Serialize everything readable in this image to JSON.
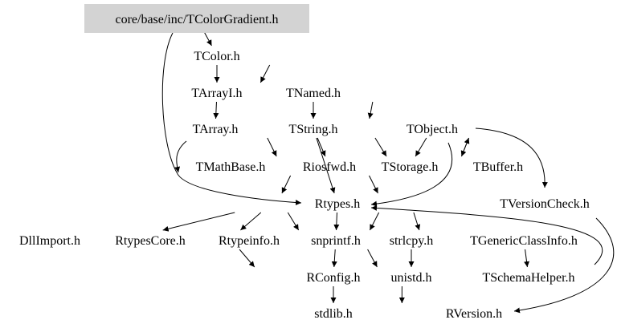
{
  "root": {
    "id": "root",
    "label": "core/base/inc/TColorGradient.h",
    "fill": "#d3d3d3"
  },
  "nodes": [
    {
      "id": "TColor",
      "label": "TColor.h"
    },
    {
      "id": "TArrayI",
      "label": "TArrayI.h"
    },
    {
      "id": "TNamed",
      "label": "TNamed.h"
    },
    {
      "id": "TArray",
      "label": "TArray.h"
    },
    {
      "id": "TString",
      "label": "TString.h"
    },
    {
      "id": "TObject",
      "label": "TObject.h"
    },
    {
      "id": "TMathBase",
      "label": "TMathBase.h"
    },
    {
      "id": "Riosfwd",
      "label": "Riosfwd.h"
    },
    {
      "id": "TStorage",
      "label": "TStorage.h"
    },
    {
      "id": "TBuffer",
      "label": "TBuffer.h"
    },
    {
      "id": "Rtypes",
      "label": "Rtypes.h"
    },
    {
      "id": "TVersionCheck",
      "label": "TVersionCheck.h"
    },
    {
      "id": "DllImport",
      "label": "DllImport.h"
    },
    {
      "id": "RtypesCore",
      "label": "RtypesCore.h"
    },
    {
      "id": "Rtypeinfo",
      "label": "Rtypeinfo.h"
    },
    {
      "id": "snprintf",
      "label": "snprintf.h"
    },
    {
      "id": "strlcpy",
      "label": "strlcpy.h"
    },
    {
      "id": "TGenericClassInfo",
      "label": "TGenericClassInfo.h"
    },
    {
      "id": "RConfig",
      "label": "RConfig.h"
    },
    {
      "id": "unistd",
      "label": "unistd.h"
    },
    {
      "id": "TSchemaHelper",
      "label": "TSchemaHelper.h"
    },
    {
      "id": "stdlib",
      "label": "stdlib.h"
    },
    {
      "id": "RVersion",
      "label": "RVersion.h"
    }
  ],
  "edges": [
    [
      "root",
      "TColor"
    ],
    [
      "root",
      "Rtypes"
    ],
    [
      "TColor",
      "TArrayI"
    ],
    [
      "TColor",
      "TNamed"
    ],
    [
      "TArrayI",
      "TArray"
    ],
    [
      "TNamed",
      "TString"
    ],
    [
      "TNamed",
      "TObject"
    ],
    [
      "TArray",
      "Rtypes"
    ],
    [
      "TString",
      "TMathBase"
    ],
    [
      "TString",
      "Riosfwd"
    ],
    [
      "TString",
      "Rtypes"
    ],
    [
      "TObject",
      "Riosfwd"
    ],
    [
      "TObject",
      "TStorage"
    ],
    [
      "TObject",
      "TBuffer"
    ],
    [
      "TObject",
      "Rtypes"
    ],
    [
      "TObject",
      "TVersionCheck"
    ],
    [
      "TMathBase",
      "Rtypes"
    ],
    [
      "TStorage",
      "Rtypes"
    ],
    [
      "TBuffer",
      "TObject"
    ],
    [
      "Rtypes",
      "DllImport"
    ],
    [
      "Rtypes",
      "RtypesCore"
    ],
    [
      "Rtypes",
      "Rtypeinfo"
    ],
    [
      "Rtypes",
      "snprintf"
    ],
    [
      "Rtypes",
      "strlcpy"
    ],
    [
      "Rtypes",
      "TGenericClassInfo"
    ],
    [
      "RtypesCore",
      "RConfig"
    ],
    [
      "snprintf",
      "RConfig"
    ],
    [
      "strlcpy",
      "RConfig"
    ],
    [
      "strlcpy",
      "unistd"
    ],
    [
      "TGenericClassInfo",
      "TSchemaHelper"
    ],
    [
      "TSchemaHelper",
      "Rtypes"
    ],
    [
      "TVersionCheck",
      "RVersion"
    ],
    [
      "RConfig",
      "stdlib"
    ],
    [
      "RConfig",
      "RVersion"
    ]
  ]
}
